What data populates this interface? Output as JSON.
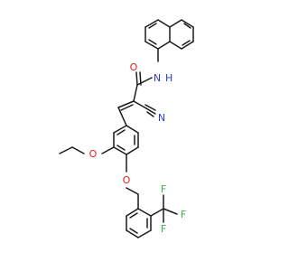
{
  "molecule": {
    "atoms": {
      "carbonyl_O": {
        "text": "O",
        "color": "#e8221b"
      },
      "amide_N": {
        "text": "N",
        "color": "#2b3bd6"
      },
      "amide_H": {
        "text": "H",
        "color": "#2b3bd6"
      },
      "nitrile_N": {
        "text": "N",
        "color": "#2b3bd6"
      },
      "ether_O1": {
        "text": "O",
        "color": "#e8221b"
      },
      "ether_O2": {
        "text": "O",
        "color": "#e8221b"
      },
      "F_a": {
        "text": "F",
        "color": "#33b04a"
      },
      "F_b": {
        "text": "F",
        "color": "#33b04a"
      },
      "F_c": {
        "text": "F",
        "color": "#33b04a"
      }
    },
    "bond_color": "#1a1a1a"
  }
}
